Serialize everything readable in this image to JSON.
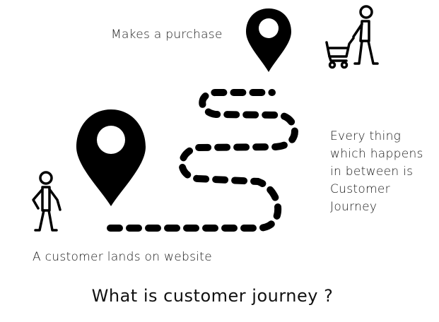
{
  "title": "What is customer journey ?",
  "labels": {
    "purchase": "Makes a purchase",
    "lands": "A customer lands on website",
    "between_lines": [
      "Every thing",
      "which happens",
      "in between is",
      "Customer",
      "Journey"
    ]
  },
  "icons": {
    "start_pin": "location-pin-icon",
    "end_pin": "location-pin-icon",
    "walker": "person-walking-icon",
    "shopper": "person-with-shopping-cart-icon"
  },
  "colors": {
    "ink": "#000000",
    "background": "#ffffff"
  }
}
